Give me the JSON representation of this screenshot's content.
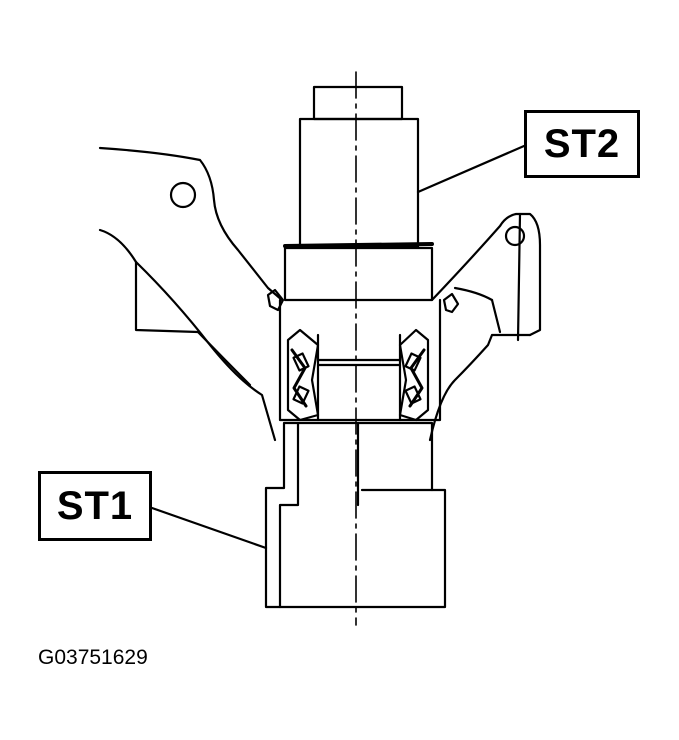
{
  "labels": {
    "st2": "ST2",
    "st1": "ST1"
  },
  "figure_code": "G03751629",
  "colors": {
    "line": "#000000",
    "background": "#ffffff"
  }
}
